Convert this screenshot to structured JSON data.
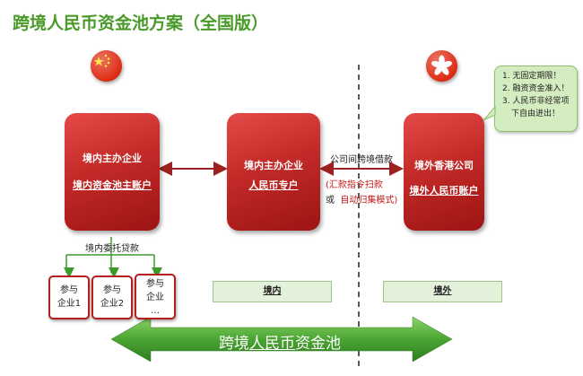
{
  "title": "跨境人民币资金池方案（全国版）",
  "boxes": {
    "domestic_main": {
      "name": "境内主办企业",
      "account": "境内资金池主账户"
    },
    "rmb_account": {
      "name": "境内主办企业",
      "account": "人民币专户"
    },
    "hk_company": {
      "name": "境外香港公司",
      "account": "境外人民币账户"
    }
  },
  "connector": {
    "label": "公司间跨境借款",
    "open_paren": "(",
    "option1": "汇款指令扫款",
    "or": "或",
    "option2": "自动归集模式",
    "close_paren": ")"
  },
  "entrusted_loan": "境内委托贷款",
  "participants": [
    {
      "line1": "参与",
      "line2": "企业1"
    },
    {
      "line1": "参与",
      "line2": "企业2"
    },
    {
      "line1": "参与",
      "line2": "企业",
      "line3": "…"
    }
  ],
  "regions": {
    "domestic": "境内",
    "overseas": "境外"
  },
  "callout": {
    "items": [
      "1. 无固定期限！",
      "2. 融资资金准入！",
      "3. 人民币非经常项",
      "下自由进出！"
    ]
  },
  "banner": {
    "part1": "跨境",
    "part2": "人民币",
    "part3": "资金池"
  },
  "colors": {
    "title": "#4a9a2a",
    "box_red": "#c22a28",
    "green_arrow": "#4aa532",
    "callout_bg": "#d4edc0"
  },
  "icons": {
    "left_flag": "china-flag-icon",
    "right_flag": "hong-kong-flag-icon"
  }
}
